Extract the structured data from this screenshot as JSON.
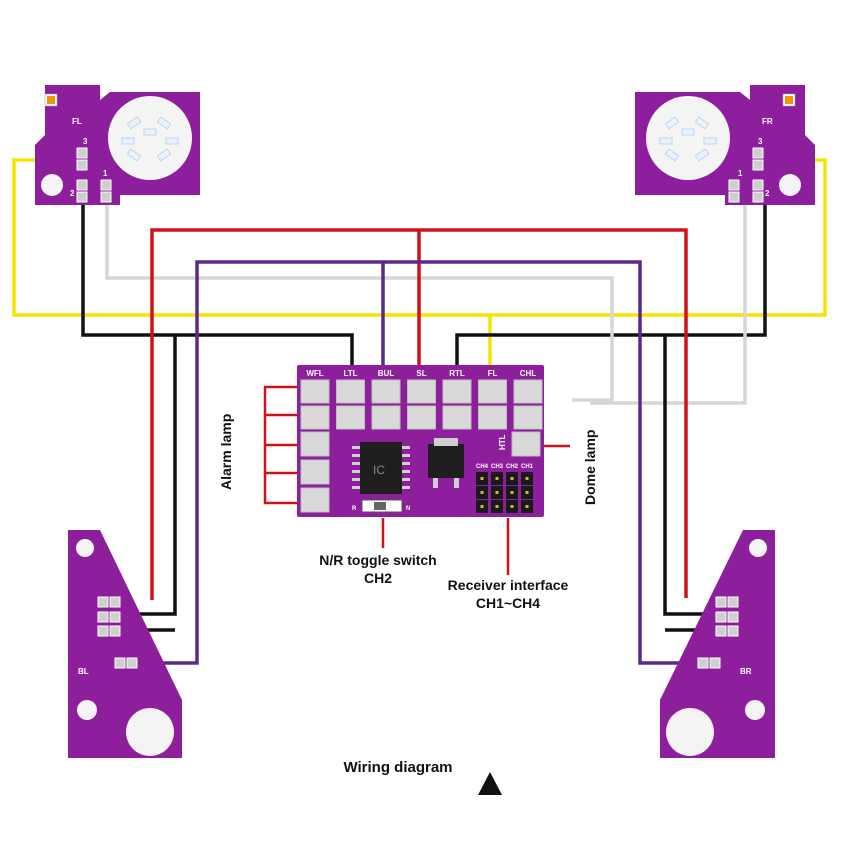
{
  "boards": {
    "fl": {
      "label": "FL",
      "pins": [
        "3",
        "1",
        "2"
      ]
    },
    "fr": {
      "label": "FR",
      "pins": [
        "3",
        "1",
        "2"
      ]
    },
    "bl": {
      "label": "BL"
    },
    "br": {
      "label": "BR"
    }
  },
  "controller": {
    "ports": [
      "WFL",
      "LTL",
      "BUL",
      "SL",
      "RTL",
      "FL",
      "CHL"
    ],
    "htl": "HTL",
    "channels": [
      "CH4",
      "CH3",
      "CH2",
      "CH1"
    ],
    "ic_label": "IC",
    "switch_n": "N",
    "switch_r": "R"
  },
  "annotations": {
    "alarm_lamp": "Alarm lamp",
    "dome_lamp": "Dome lamp",
    "toggle_switch_line1": "N/R toggle switch",
    "toggle_switch_line2": "CH2",
    "receiver_line1": "Receiver interface",
    "receiver_line2": "CH1~CH4",
    "caption": "Wiring diagram"
  },
  "colors": {
    "pcb": "#8e1f9c",
    "wire_red": "#d0101a",
    "wire_black": "#111111",
    "wire_white": "#d8d8d8",
    "wire_yellow": "#f5e400",
    "wire_purple": "#5a2a8a"
  }
}
